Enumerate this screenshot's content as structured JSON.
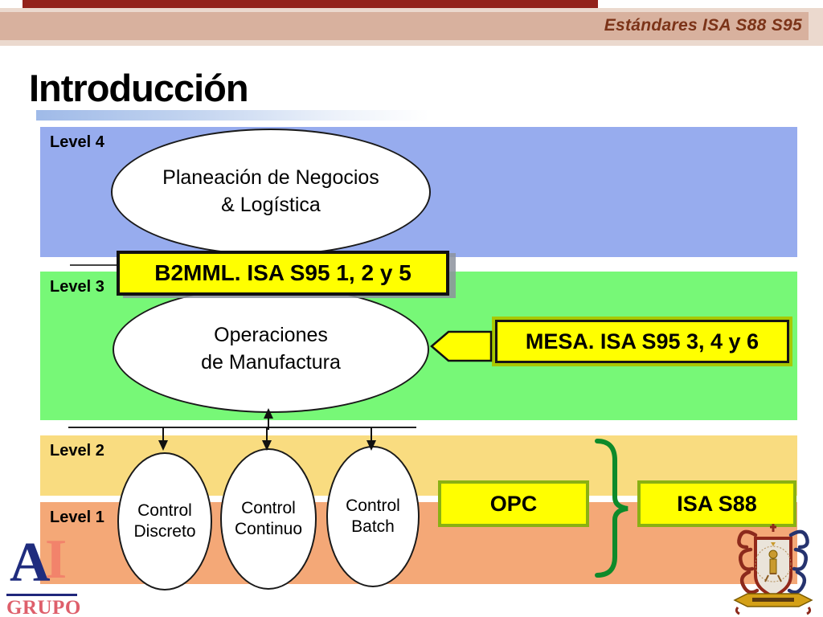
{
  "header": {
    "tagline": "Estándares ISA S88 S95"
  },
  "title": "Introducción",
  "levels": [
    {
      "label": "Level 4"
    },
    {
      "label": "Level 3"
    },
    {
      "label": "Level 2"
    },
    {
      "label": "Level 1"
    }
  ],
  "ellipses": {
    "business": {
      "line1": "Planeación de Negocios",
      "line2": "& Logística"
    },
    "manufacturing": {
      "line1": "Operaciones",
      "line2": "de Manufactura"
    },
    "discrete": {
      "line1": "Control",
      "line2": "Discreto"
    },
    "continuous": {
      "line1": "Control",
      "line2": "Continuo"
    },
    "batch": {
      "line1": "Control",
      "line2": "Batch"
    }
  },
  "callouts": {
    "b2mml": "B2MML. ISA S95 1, 2 y 5",
    "mesa": "MESA. ISA S95 3, 4 y 6",
    "opc": "OPC",
    "isas88": "ISA S88"
  },
  "logo": {
    "letter_a": "A",
    "letter_i": "I",
    "grupo": "GRUPO"
  },
  "colors": {
    "top_bar_red": "#93221B",
    "header_band": "#D8B19E",
    "header_band_light": "#EBD9CE",
    "header_text": "#7B3318",
    "level4_blue": "#97ACEE",
    "level3_green": "#77F877",
    "level2_gold": "#F9DC80",
    "level1_orange": "#F4A877",
    "callout_yellow": "#FFFF00",
    "callout_border_olive": "#8AB113",
    "brace_green": "#0E8A2A",
    "logo_blue": "#1F2C7E",
    "logo_coral": "#F2836B",
    "logo_red": "#DE5F6B",
    "crest_maroon": "#8C2A1C",
    "crest_navy": "#26336E",
    "crest_gold": "#D4A017"
  }
}
